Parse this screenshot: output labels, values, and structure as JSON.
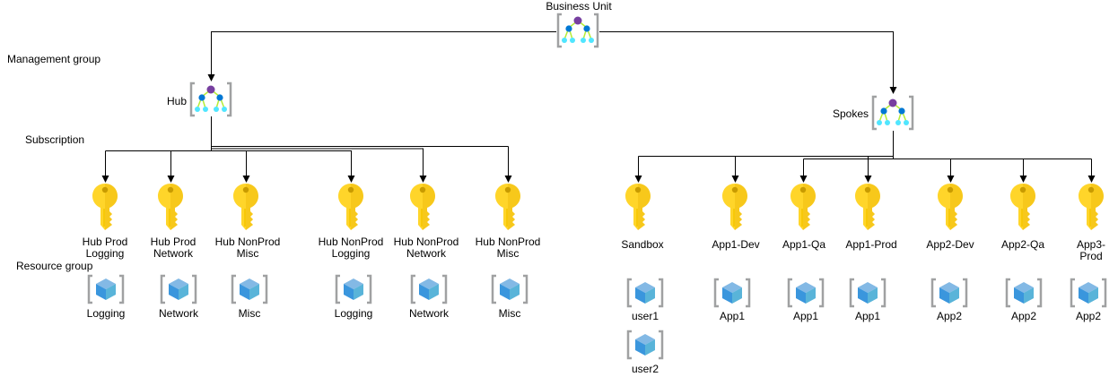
{
  "section_labels": {
    "management_group": "Management group",
    "subscription": "Subscription",
    "resource_group": "Resource group"
  },
  "management_groups": {
    "root": "Business Unit",
    "hub": "Hub",
    "spokes": "Spokes"
  },
  "subscriptions": [
    {
      "label": "Hub Prod\nLogging"
    },
    {
      "label": "Hub Prod\nNetwork"
    },
    {
      "label": "Hub NonProd\nMisc"
    },
    {
      "label": "Hub NonProd\nLogging"
    },
    {
      "label": "Hub NonProd\nNetwork"
    },
    {
      "label": "Hub NonProd\nMisc"
    },
    {
      "label": "Sandbox"
    },
    {
      "label": "App1-Dev"
    },
    {
      "label": "App1-Qa"
    },
    {
      "label": "App1-Prod"
    },
    {
      "label": "App2-Dev"
    },
    {
      "label": "App2-Qa"
    },
    {
      "label": "App3-Prod"
    }
  ],
  "resource_groups": [
    {
      "label": "Logging"
    },
    {
      "label": "Network"
    },
    {
      "label": "Misc"
    },
    {
      "label": "Logging"
    },
    {
      "label": "Network"
    },
    {
      "label": "Misc"
    },
    {
      "label": "user1"
    },
    {
      "label": "user2"
    },
    {
      "label": "App1"
    },
    {
      "label": "App1"
    },
    {
      "label": "App1"
    },
    {
      "label": "App2"
    },
    {
      "label": "App2"
    },
    {
      "label": "App2"
    }
  ],
  "colors": {
    "line": "#000000",
    "bracket": "#a0a1a2",
    "mg_top": "#773fa0",
    "mg_mid": "#0078d4",
    "mg_leaf": "#50e6ff",
    "mg_line": "#b4ec36",
    "key_main": "#ffd52a",
    "key_dark": "#e8b100",
    "cube_top": "#83b9e5",
    "cube_left": "#3a96dd",
    "cube_right": "#59b4d9"
  }
}
